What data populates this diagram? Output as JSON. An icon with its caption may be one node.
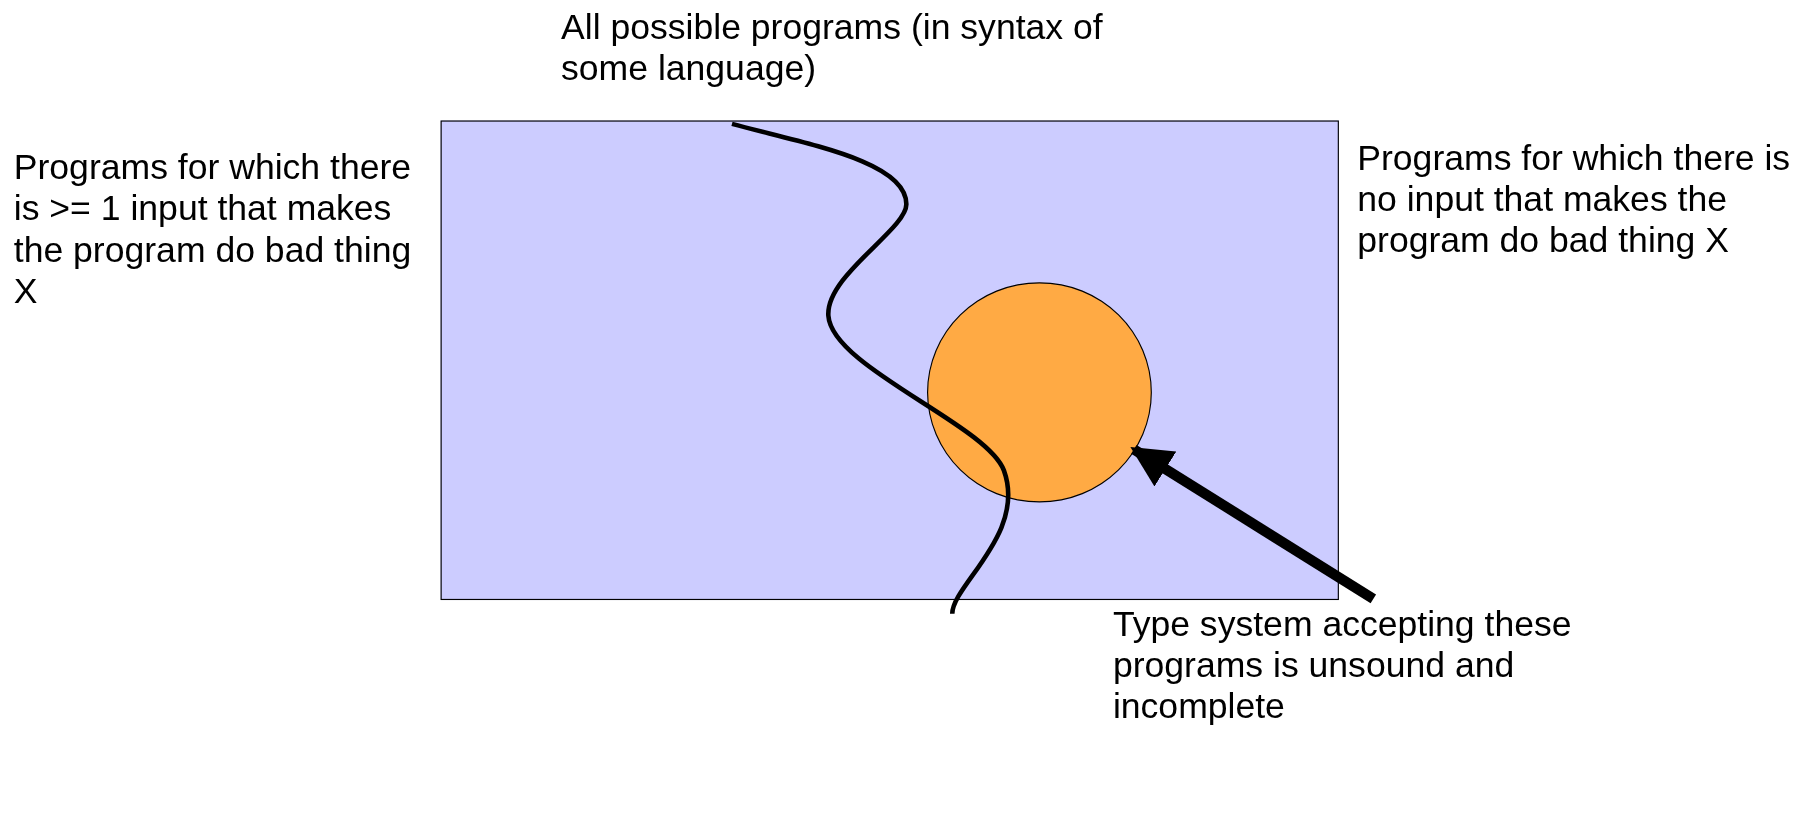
{
  "diagram": {
    "nodes": [
      {
        "text": [
          "All possible programs (in syntax of some language)"
        ]
      },
      {
        "text": [],
        "shape": "circle",
        "in": 0
      },
      {
        "text": [
          "Type system accepting these programs is unsound and incomplete"
        ]
      }
    ],
    "edges": [
      {
        "from": 2,
        "to": 1,
        "arrow": "to"
      }
    ],
    "labels": [
      "Programs for which there is >= 1 input that makes the program do bad thing X",
      "Programs for which there is no input that makes the program do bad thing X"
    ]
  }
}
